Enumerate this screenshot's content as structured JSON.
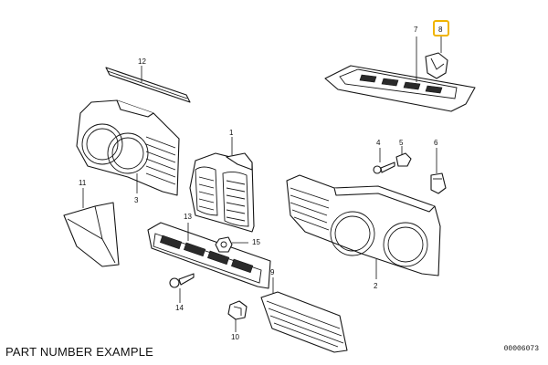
{
  "caption": "PART NUMBER EXAMPLE",
  "doc_number": "00006073",
  "highlight_color": "#f0b400",
  "callouts": {
    "c1": "1",
    "c2": "2",
    "c3": "3",
    "c4": "4",
    "c5": "5",
    "c6": "6",
    "c7": "7",
    "c8": "8",
    "c9": "9",
    "c10": "10",
    "c11": "11",
    "c12": "12",
    "c13": "13",
    "c14": "14",
    "c15": "15"
  },
  "highlighted_callout": "8"
}
